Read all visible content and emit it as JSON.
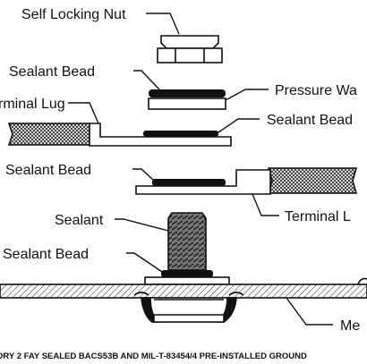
{
  "labels": {
    "self_locking_nut": "Self Locking Nut",
    "sealant_bead_1": "Sealant Bead",
    "pressure_washer": "Pressure Wa",
    "terminal_lug_1": "rminal Lug",
    "sealant_bead_2": "Sealant Bead",
    "sealant_bead_3": "Sealant Bead",
    "terminal_lug_2": "Terminal L",
    "sealant": "Sealant",
    "sealant_bead_4": "Sealant Bead",
    "metal": "Me"
  },
  "caption": "ORY 2 FAY SEALED BACS53B AND MIL-T-83454/4 PRE-INSTALLED GROUND",
  "colors": {
    "ink": "#111111",
    "background": "#ffffff"
  }
}
